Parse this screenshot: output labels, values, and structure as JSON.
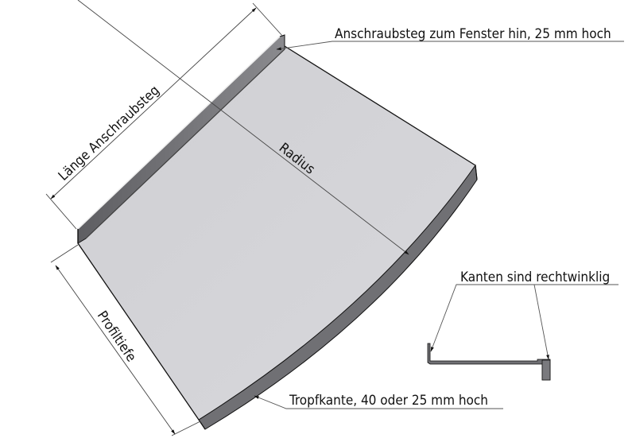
{
  "diagram": {
    "type": "technical-drawing",
    "subject": "curved window sill (Fensterbank) sheet metal profile",
    "labels": {
      "mounting_flange": "Anschraubsteg zum Fenster hin, 25 mm hoch",
      "flange_length": "Länge Anschraubsteg",
      "radius": "Radius",
      "profile_depth": "Profiltiefe",
      "edges_note": "Kanten sind rechtwinklig",
      "drip_edge": "Tropfkante, 40 oder 25 mm hoch"
    },
    "colors": {
      "plate_top": "#d4d4d8",
      "plate_edge": "#6b6b6f",
      "flange_face": "#7a7a7e",
      "line": "#111111",
      "dimension_line": "#444444"
    }
  }
}
